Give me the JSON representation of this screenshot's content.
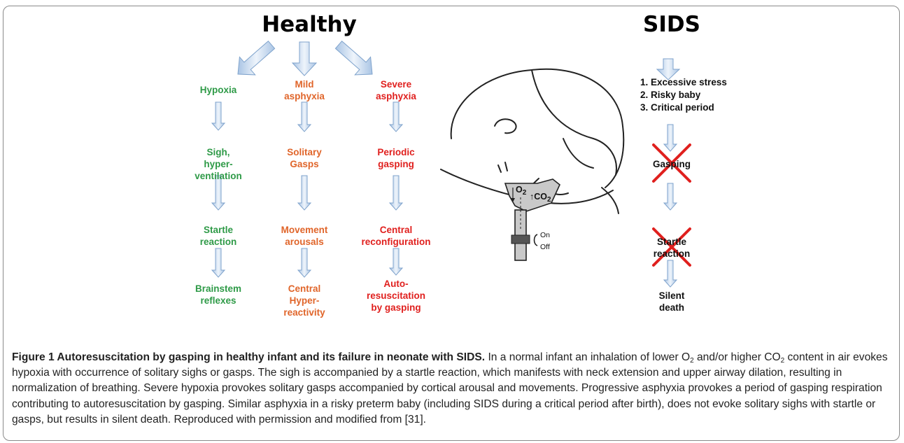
{
  "figure": {
    "healthy_title": "Healthy",
    "sids_title": "SIDS",
    "columns": {
      "hypoxia": [
        "Hypoxia",
        "Sigh,\nhyper-\nventilation",
        "Startle\nreaction",
        "Brainstem\nreflexes"
      ],
      "mild": [
        "Mild\nasphyxia",
        "Solitary\nGasps",
        "Movement\narousals",
        "Central\nHyper-\nreactivity"
      ],
      "severe": [
        "Severe\nasphyxia",
        "Periodic\ngasping",
        "Central\nreconfiguration",
        "Auto-\nresuscitation\nby gasping"
      ]
    },
    "sids_factors": [
      "1. Excessive stress",
      "2. Risky baby",
      "3. Critical period"
    ],
    "sids_gasping": "Gasping",
    "sids_startle": "Startle\nreaction",
    "sids_outcome": "Silent\ndeath",
    "illustration": {
      "o2": "O",
      "o2_sub": "2",
      "co2": "CO",
      "co2_sub": "2",
      "on": "On",
      "off": "Off"
    },
    "colors": {
      "green": "#2e9a47",
      "orange": "#e0652a",
      "red": "#e0201e",
      "arrow": "#7fa3cc"
    }
  },
  "caption": {
    "title": "Figure 1 Autoresuscitation by gasping in healthy infant and its failure in neonate with SIDS.",
    "t1": " In a normal infant an inhalation of lower O",
    "s1": "2",
    "t2": " and/or higher CO",
    "s2": "2",
    "t3": " content in air evokes hypoxia with occurrence of solitary sighs or gasps. The sigh is accompanied by a startle reaction, which manifests with neck extension and upper airway dilation, resulting in normalization of breathing. Severe hypoxia provokes solitary gasps accompanied by cortical arousal and movements. Progressive asphyxia provokes a period of gasping respiration contributing to autoresuscitation by gasping. Similar asphyxia in a risky preterm baby (including SIDS during a critical period after birth), does not evoke solitary sighs with startle or gasps, but results in silent death. Reproduced with permission and modified from [31]."
  }
}
